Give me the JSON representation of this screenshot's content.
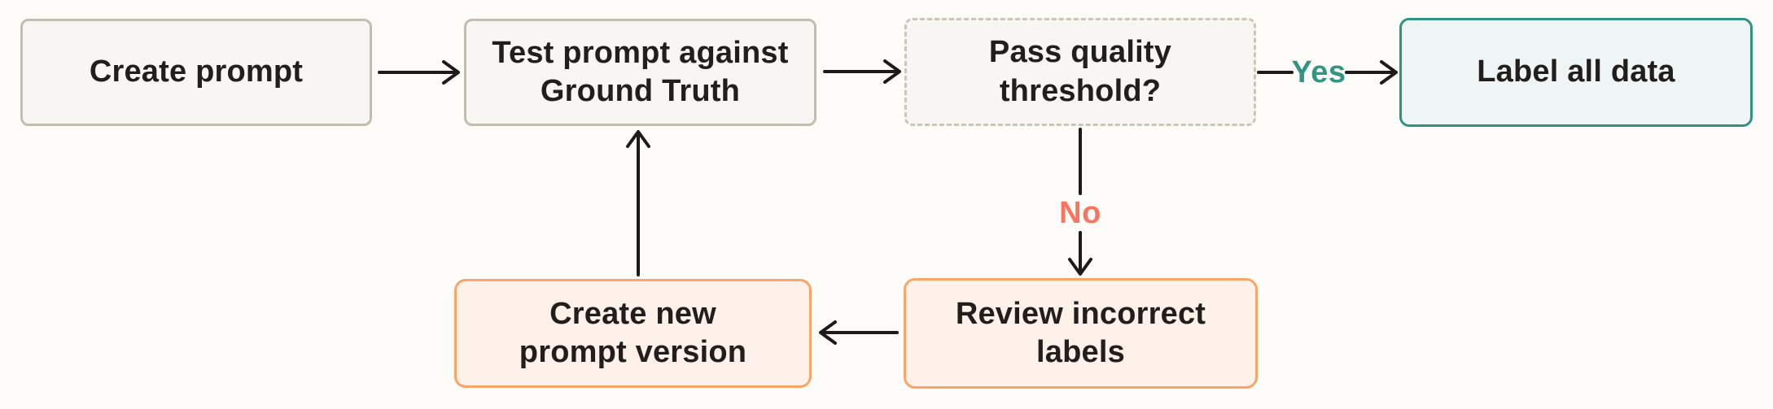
{
  "page": {
    "background_color": "#fdfcf9",
    "text_color": "#211e1c"
  },
  "diagram": {
    "type": "flowchart",
    "nodes": [
      {
        "id": "create-prompt",
        "label": "Create prompt",
        "style": "neutral"
      },
      {
        "id": "test-prompt",
        "label": "Test prompt against\nGround Truth",
        "style": "neutral"
      },
      {
        "id": "pass-quality",
        "label": "Pass quality\nthreshold?",
        "style": "decision"
      },
      {
        "id": "label-all-data",
        "label": "Label all data",
        "style": "success"
      },
      {
        "id": "review-labels",
        "label": "Review incorrect\nlabels",
        "style": "action"
      },
      {
        "id": "create-new-version",
        "label": "Create new\nprompt version",
        "style": "action"
      }
    ],
    "edges": [
      {
        "from": "create-prompt",
        "to": "test-prompt",
        "label": ""
      },
      {
        "from": "test-prompt",
        "to": "pass-quality",
        "label": ""
      },
      {
        "from": "pass-quality",
        "to": "label-all-data",
        "label": "Yes"
      },
      {
        "from": "pass-quality",
        "to": "review-labels",
        "label": "No"
      },
      {
        "from": "review-labels",
        "to": "create-new-version",
        "label": ""
      },
      {
        "from": "create-new-version",
        "to": "test-prompt",
        "label": ""
      }
    ],
    "edge_labels": {
      "yes": "Yes",
      "no": "No"
    },
    "colors": {
      "neutral_border": "#c3bdb0",
      "neutral_fill": "#f7f6f2",
      "decision_border": "#ccc6ba",
      "decision_fill": "#f7f6f2",
      "success_border": "#2e9385",
      "success_fill": "#eff5f4",
      "action_border": "#f8a567",
      "action_fill": "#fdf1ea",
      "yes_label": "#349484",
      "no_label": "#fa7560",
      "arrow": "#1d1b19"
    }
  }
}
